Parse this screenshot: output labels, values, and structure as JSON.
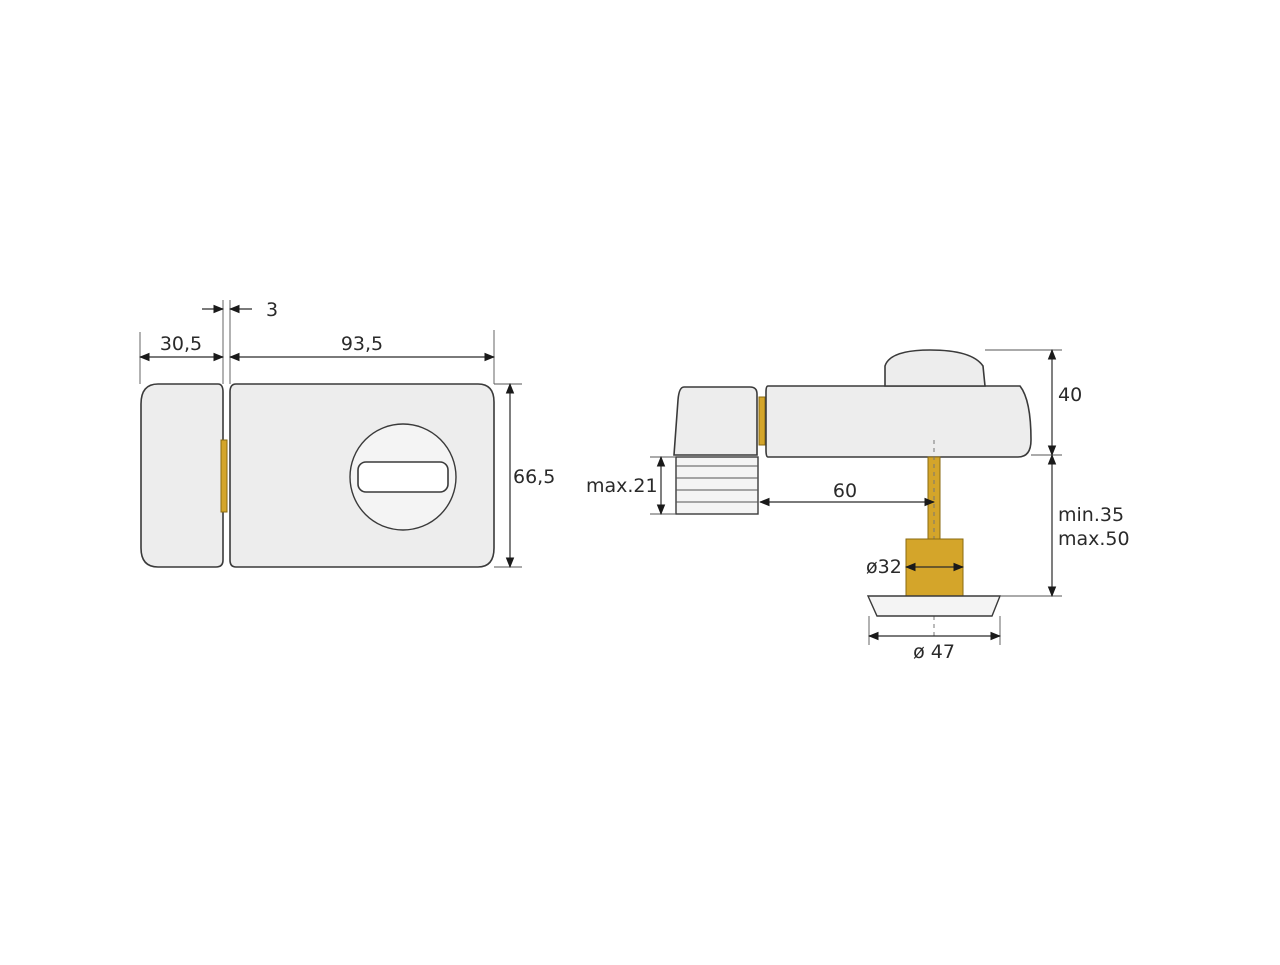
{
  "front_view": {
    "dim_width_cover": "30,5",
    "dim_gap": "3",
    "dim_width_body": "93,5",
    "dim_height": "66,5"
  },
  "side_view": {
    "dim_knob_height": "40",
    "dim_strike_depth": "max.21",
    "dim_backset": "60",
    "dim_door_min": "min.35",
    "dim_door_max": "max.50",
    "dim_cylinder_dia": "ø32",
    "dim_rosette_dia": "ø 47"
  },
  "colors": {
    "body": "#ededed",
    "outline": "#3a3a3a",
    "brass": "#d4a52a"
  }
}
